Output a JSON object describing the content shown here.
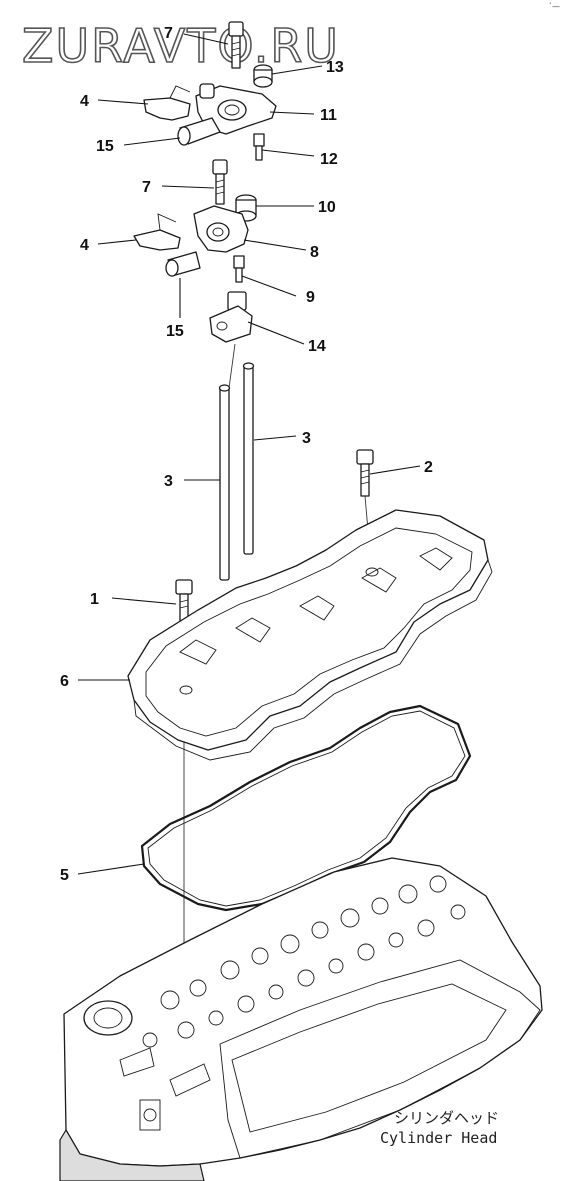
{
  "watermark": "ZURAVTO.RU",
  "corner_mark": "´—",
  "caption": {
    "jp": "シリンダヘッド",
    "en": "Cylinder Head"
  },
  "callouts": [
    {
      "id": "7a",
      "label": "7"
    },
    {
      "id": "13",
      "label": "13"
    },
    {
      "id": "4a",
      "label": "4"
    },
    {
      "id": "11",
      "label": "11"
    },
    {
      "id": "15a",
      "label": "15"
    },
    {
      "id": "12",
      "label": "12"
    },
    {
      "id": "7b",
      "label": "7"
    },
    {
      "id": "10",
      "label": "10"
    },
    {
      "id": "4b",
      "label": "4"
    },
    {
      "id": "8",
      "label": "8"
    },
    {
      "id": "9",
      "label": "9"
    },
    {
      "id": "15b",
      "label": "15"
    },
    {
      "id": "14",
      "label": "14"
    },
    {
      "id": "3a",
      "label": "3"
    },
    {
      "id": "3b",
      "label": "3"
    },
    {
      "id": "2",
      "label": "2"
    },
    {
      "id": "1",
      "label": "1"
    },
    {
      "id": "6",
      "label": "6"
    },
    {
      "id": "5",
      "label": "5"
    }
  ]
}
